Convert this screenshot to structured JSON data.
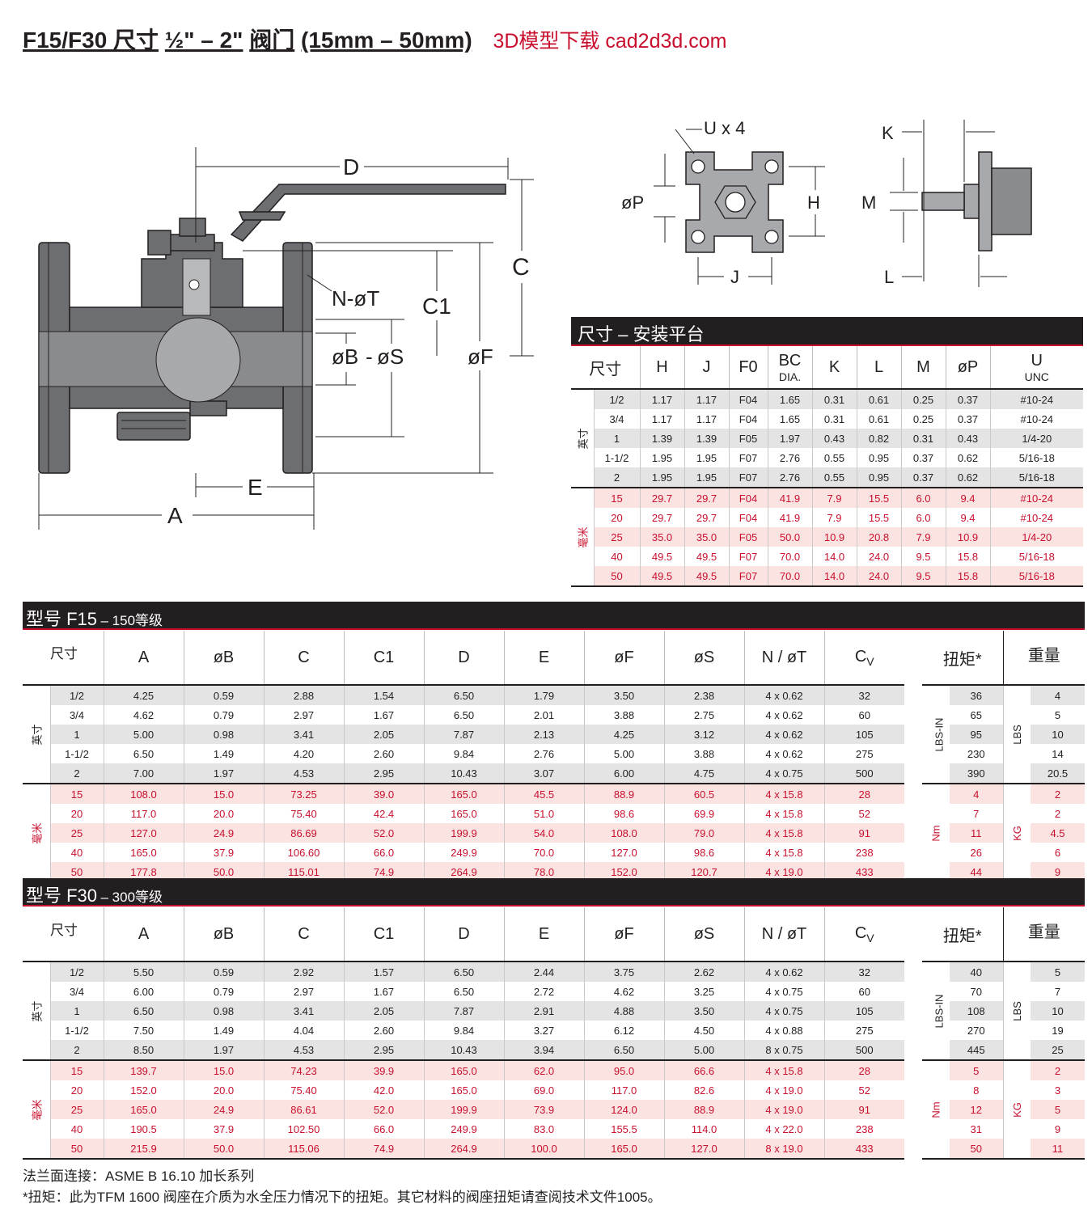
{
  "header": {
    "model": "F15/F30 尺寸",
    "size_range": "½\" – 2\"",
    "valve": "阀门",
    "mm_range": "(15mm – 50mm)",
    "watermark": "3D模型下载 cad2d3d.com"
  },
  "drawing_labels": {
    "D": "D",
    "C": "C",
    "C1": "C1",
    "NoT": "N-øT",
    "oB": "øB",
    "oS": "øS",
    "oF": "øF",
    "E": "E",
    "A": "A",
    "Ux4": "U x 4",
    "oP": "øP",
    "H": "H",
    "J": "J",
    "K": "K",
    "M": "M",
    "L": "L"
  },
  "mount_table": {
    "title": "尺寸 – 安装平台",
    "headers": [
      "尺寸",
      "H",
      "J",
      "F0",
      "BC",
      "K",
      "L",
      "M",
      "øP",
      "U"
    ],
    "header_subs": {
      "BC": "DIA.",
      "U": "UNC"
    },
    "inch_label": "英寸",
    "mm_label": "毫米",
    "inch_rows": [
      [
        "1/2",
        "1.17",
        "1.17",
        "F04",
        "1.65",
        "0.31",
        "0.61",
        "0.25",
        "0.37",
        "#10-24"
      ],
      [
        "3/4",
        "1.17",
        "1.17",
        "F04",
        "1.65",
        "0.31",
        "0.61",
        "0.25",
        "0.37",
        "#10-24"
      ],
      [
        "1",
        "1.39",
        "1.39",
        "F05",
        "1.97",
        "0.43",
        "0.82",
        "0.31",
        "0.43",
        "1/4-20"
      ],
      [
        "1-1/2",
        "1.95",
        "1.95",
        "F07",
        "2.76",
        "0.55",
        "0.95",
        "0.37",
        "0.62",
        "5/16-18"
      ],
      [
        "2",
        "1.95",
        "1.95",
        "F07",
        "2.76",
        "0.55",
        "0.95",
        "0.37",
        "0.62",
        "5/16-18"
      ]
    ],
    "mm_rows": [
      [
        "15",
        "29.7",
        "29.7",
        "F04",
        "41.9",
        "7.9",
        "15.5",
        "6.0",
        "9.4",
        "#10-24"
      ],
      [
        "20",
        "29.7",
        "29.7",
        "F04",
        "41.9",
        "7.9",
        "15.5",
        "6.0",
        "9.4",
        "#10-24"
      ],
      [
        "25",
        "35.0",
        "35.0",
        "F05",
        "50.0",
        "10.9",
        "20.8",
        "7.9",
        "10.9",
        "1/4-20"
      ],
      [
        "40",
        "49.5",
        "49.5",
        "F07",
        "70.0",
        "14.0",
        "24.0",
        "9.5",
        "15.8",
        "5/16-18"
      ],
      [
        "50",
        "49.5",
        "49.5",
        "F07",
        "70.0",
        "14.0",
        "24.0",
        "9.5",
        "15.8",
        "5/16-18"
      ]
    ]
  },
  "tables": [
    {
      "title": "型号 F15",
      "class": "– 150等级",
      "headers": [
        "尺寸",
        "A",
        "øB",
        "C",
        "C1",
        "D",
        "E",
        "øF",
        "øS",
        "N / øT",
        "C"
      ],
      "cv_sub": "V",
      "torque": "扭矩*",
      "weight": "重量",
      "inch_label": "英寸",
      "mm_label": "毫米",
      "torque_units": {
        "inch": "LBS-IN",
        "mm": "Nm"
      },
      "weight_units": {
        "inch": "LBS",
        "mm": "KG"
      },
      "inch_rows": [
        [
          "1/2",
          "4.25",
          "0.59",
          "2.88",
          "1.54",
          "6.50",
          "1.79",
          "3.50",
          "2.38",
          "4 x 0.62",
          "32"
        ],
        [
          "3/4",
          "4.62",
          "0.79",
          "2.97",
          "1.67",
          "6.50",
          "2.01",
          "3.88",
          "2.75",
          "4 x 0.62",
          "60"
        ],
        [
          "1",
          "5.00",
          "0.98",
          "3.41",
          "2.05",
          "7.87",
          "2.13",
          "4.25",
          "3.12",
          "4 x 0.62",
          "105"
        ],
        [
          "1-1/2",
          "6.50",
          "1.49",
          "4.20",
          "2.60",
          "9.84",
          "2.76",
          "5.00",
          "3.88",
          "4 x 0.62",
          "275"
        ],
        [
          "2",
          "7.00",
          "1.97",
          "4.53",
          "2.95",
          "10.43",
          "3.07",
          "6.00",
          "4.75",
          "4 x 0.75",
          "500"
        ]
      ],
      "mm_rows": [
        [
          "15",
          "108.0",
          "15.0",
          "73.25",
          "39.0",
          "165.0",
          "45.5",
          "88.9",
          "60.5",
          "4 x 15.8",
          "28"
        ],
        [
          "20",
          "117.0",
          "20.0",
          "75.40",
          "42.4",
          "165.0",
          "51.0",
          "98.6",
          "69.9",
          "4 x 15.8",
          "52"
        ],
        [
          "25",
          "127.0",
          "24.9",
          "86.69",
          "52.0",
          "199.9",
          "54.0",
          "108.0",
          "79.0",
          "4 x 15.8",
          "91"
        ],
        [
          "40",
          "165.0",
          "37.9",
          "106.60",
          "66.0",
          "249.9",
          "70.0",
          "127.0",
          "98.6",
          "4 x 15.8",
          "238"
        ],
        [
          "50",
          "177.8",
          "50.0",
          "115.01",
          "74.9",
          "264.9",
          "78.0",
          "152.0",
          "120.7",
          "4 x 19.0",
          "433"
        ]
      ],
      "inch_side": [
        [
          "36",
          "4"
        ],
        [
          "65",
          "5"
        ],
        [
          "95",
          "10"
        ],
        [
          "230",
          "14"
        ],
        [
          "390",
          "20.5"
        ]
      ],
      "mm_side": [
        [
          "4",
          "2"
        ],
        [
          "7",
          "2"
        ],
        [
          "11",
          "4.5"
        ],
        [
          "26",
          "6"
        ],
        [
          "44",
          "9"
        ]
      ]
    },
    {
      "title": "型号 F30",
      "class": "– 300等级",
      "headers": [
        "尺寸",
        "A",
        "øB",
        "C",
        "C1",
        "D",
        "E",
        "øF",
        "øS",
        "N / øT",
        "C"
      ],
      "cv_sub": "V",
      "torque": "扭矩*",
      "weight": "重量",
      "inch_label": "英寸",
      "mm_label": "毫米",
      "torque_units": {
        "inch": "LBS-IN",
        "mm": "Nm"
      },
      "weight_units": {
        "inch": "LBS",
        "mm": "KG"
      },
      "inch_rows": [
        [
          "1/2",
          "5.50",
          "0.59",
          "2.92",
          "1.57",
          "6.50",
          "2.44",
          "3.75",
          "2.62",
          "4 x 0.62",
          "32"
        ],
        [
          "3/4",
          "6.00",
          "0.79",
          "2.97",
          "1.67",
          "6.50",
          "2.72",
          "4.62",
          "3.25",
          "4 x 0.75",
          "60"
        ],
        [
          "1",
          "6.50",
          "0.98",
          "3.41",
          "2.05",
          "7.87",
          "2.91",
          "4.88",
          "3.50",
          "4 x 0.75",
          "105"
        ],
        [
          "1-1/2",
          "7.50",
          "1.49",
          "4.04",
          "2.60",
          "9.84",
          "3.27",
          "6.12",
          "4.50",
          "4 x 0.88",
          "275"
        ],
        [
          "2",
          "8.50",
          "1.97",
          "4.53",
          "2.95",
          "10.43",
          "3.94",
          "6.50",
          "5.00",
          "8 x 0.75",
          "500"
        ]
      ],
      "mm_rows": [
        [
          "15",
          "139.7",
          "15.0",
          "74.23",
          "39.9",
          "165.0",
          "62.0",
          "95.0",
          "66.6",
          "4 x 15.8",
          "28"
        ],
        [
          "20",
          "152.0",
          "20.0",
          "75.40",
          "42.0",
          "165.0",
          "69.0",
          "117.0",
          "82.6",
          "4 x 19.0",
          "52"
        ],
        [
          "25",
          "165.0",
          "24.9",
          "86.61",
          "52.0",
          "199.9",
          "73.9",
          "124.0",
          "88.9",
          "4 x 19.0",
          "91"
        ],
        [
          "40",
          "190.5",
          "37.9",
          "102.50",
          "66.0",
          "249.9",
          "83.0",
          "155.5",
          "114.0",
          "4 x 22.0",
          "238"
        ],
        [
          "50",
          "215.9",
          "50.0",
          "115.06",
          "74.9",
          "264.9",
          "100.0",
          "165.0",
          "127.0",
          "8 x 19.0",
          "433"
        ]
      ],
      "inch_side": [
        [
          "40",
          "5"
        ],
        [
          "70",
          "7"
        ],
        [
          "108",
          "10"
        ],
        [
          "270",
          "19"
        ],
        [
          "445",
          "25"
        ]
      ],
      "mm_side": [
        [
          "5",
          "2"
        ],
        [
          "8",
          "3"
        ],
        [
          "12",
          "5"
        ],
        [
          "31",
          "9"
        ],
        [
          "50",
          "11"
        ]
      ]
    }
  ],
  "footnotes": {
    "line1": "法兰面连接：ASME B 16.10 加长系列",
    "line2": "*扭矩：此为TFM 1600 阀座在介质为水全压力情况下的扭矩。其它材料的阀座扭矩请查阅技术文件1005。"
  },
  "colors": {
    "red": "#c8102e",
    "dark": "#231f20",
    "gray_row": "#e4e4e5",
    "pink_row": "#fae3e1",
    "body": "#6d6e71"
  }
}
